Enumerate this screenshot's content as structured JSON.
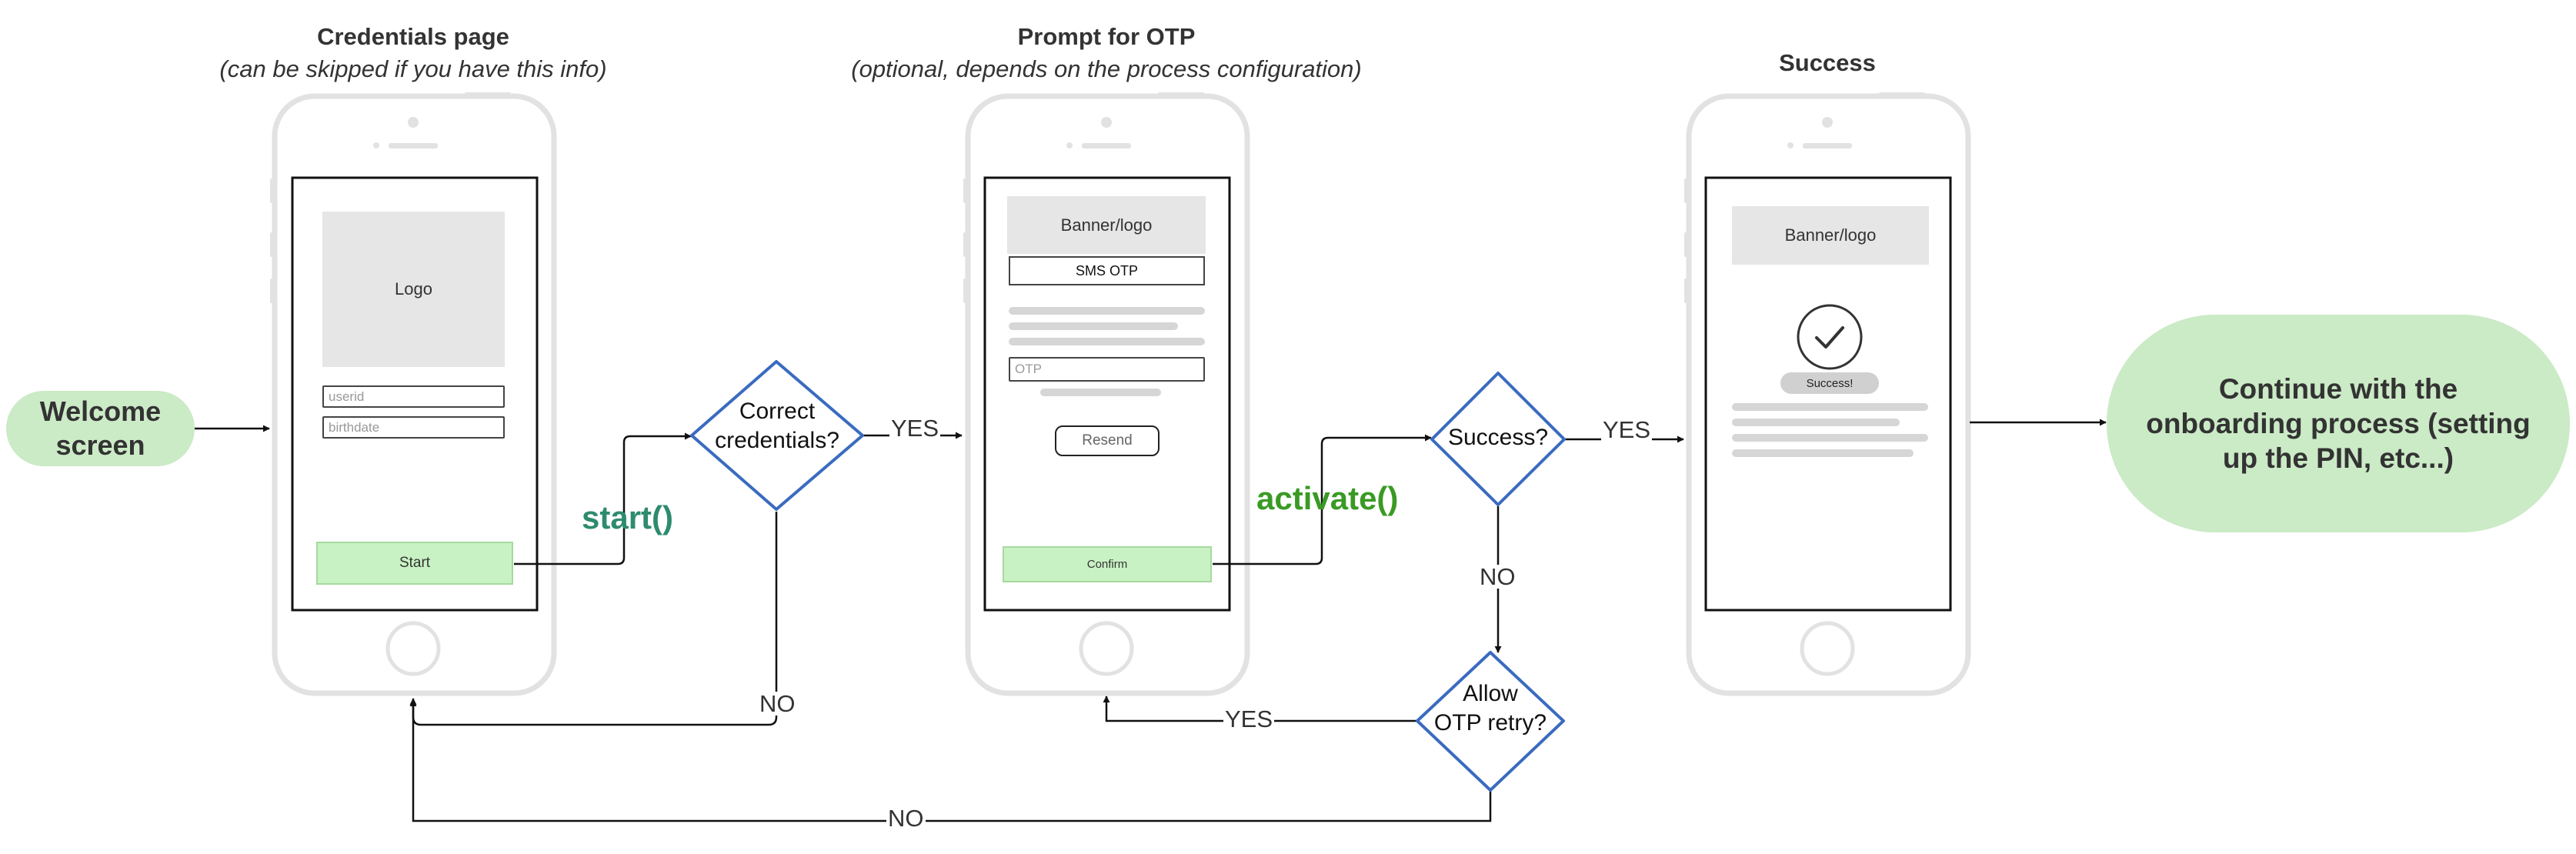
{
  "headers": {
    "credentials_title": "Credentials page",
    "credentials_subtitle": "(can be skipped if you have this info)",
    "otp_title": "Prompt for OTP",
    "otp_subtitle": "(optional, depends on the process configuration)",
    "success_title": "Success"
  },
  "terminals": {
    "welcome": "Welcome screen",
    "continue": "Continue with the onboarding process (setting up the PIN, etc...)"
  },
  "phone1": {
    "logo": "Logo",
    "userid_placeholder": "userid",
    "birthdate_placeholder": "birthdate",
    "start_button": "Start"
  },
  "phone2": {
    "banner": "Banner/logo",
    "sms_otp": "SMS OTP",
    "otp_placeholder": "OTP",
    "resend_button": "Resend",
    "confirm_button": "Confirm"
  },
  "phone3": {
    "banner": "Banner/logo",
    "success_badge": "Success!"
  },
  "decisions": {
    "credentials_line1": "Correct",
    "credentials_line2": "credentials?",
    "success": "Success?",
    "retry_line1": "Allow",
    "retry_line2": "OTP retry?"
  },
  "flow_labels": {
    "yes_credentials": "YES",
    "no_credentials": "NO",
    "yes_success": "YES",
    "no_success": "NO",
    "yes_retry": "YES",
    "no_retry": "NO"
  },
  "functions": {
    "start": "start()",
    "activate": "activate()"
  },
  "colors": {
    "terminal_fill": "#cbeac6",
    "decision_stroke": "#3a6bbf",
    "start_func": "#2e8b6e",
    "activate_func": "#3a9a24",
    "phone_frame": "#e2e2e2",
    "button_fill": "#c9f2c4"
  },
  "icons": {
    "checkmark": "check-circle-icon"
  }
}
